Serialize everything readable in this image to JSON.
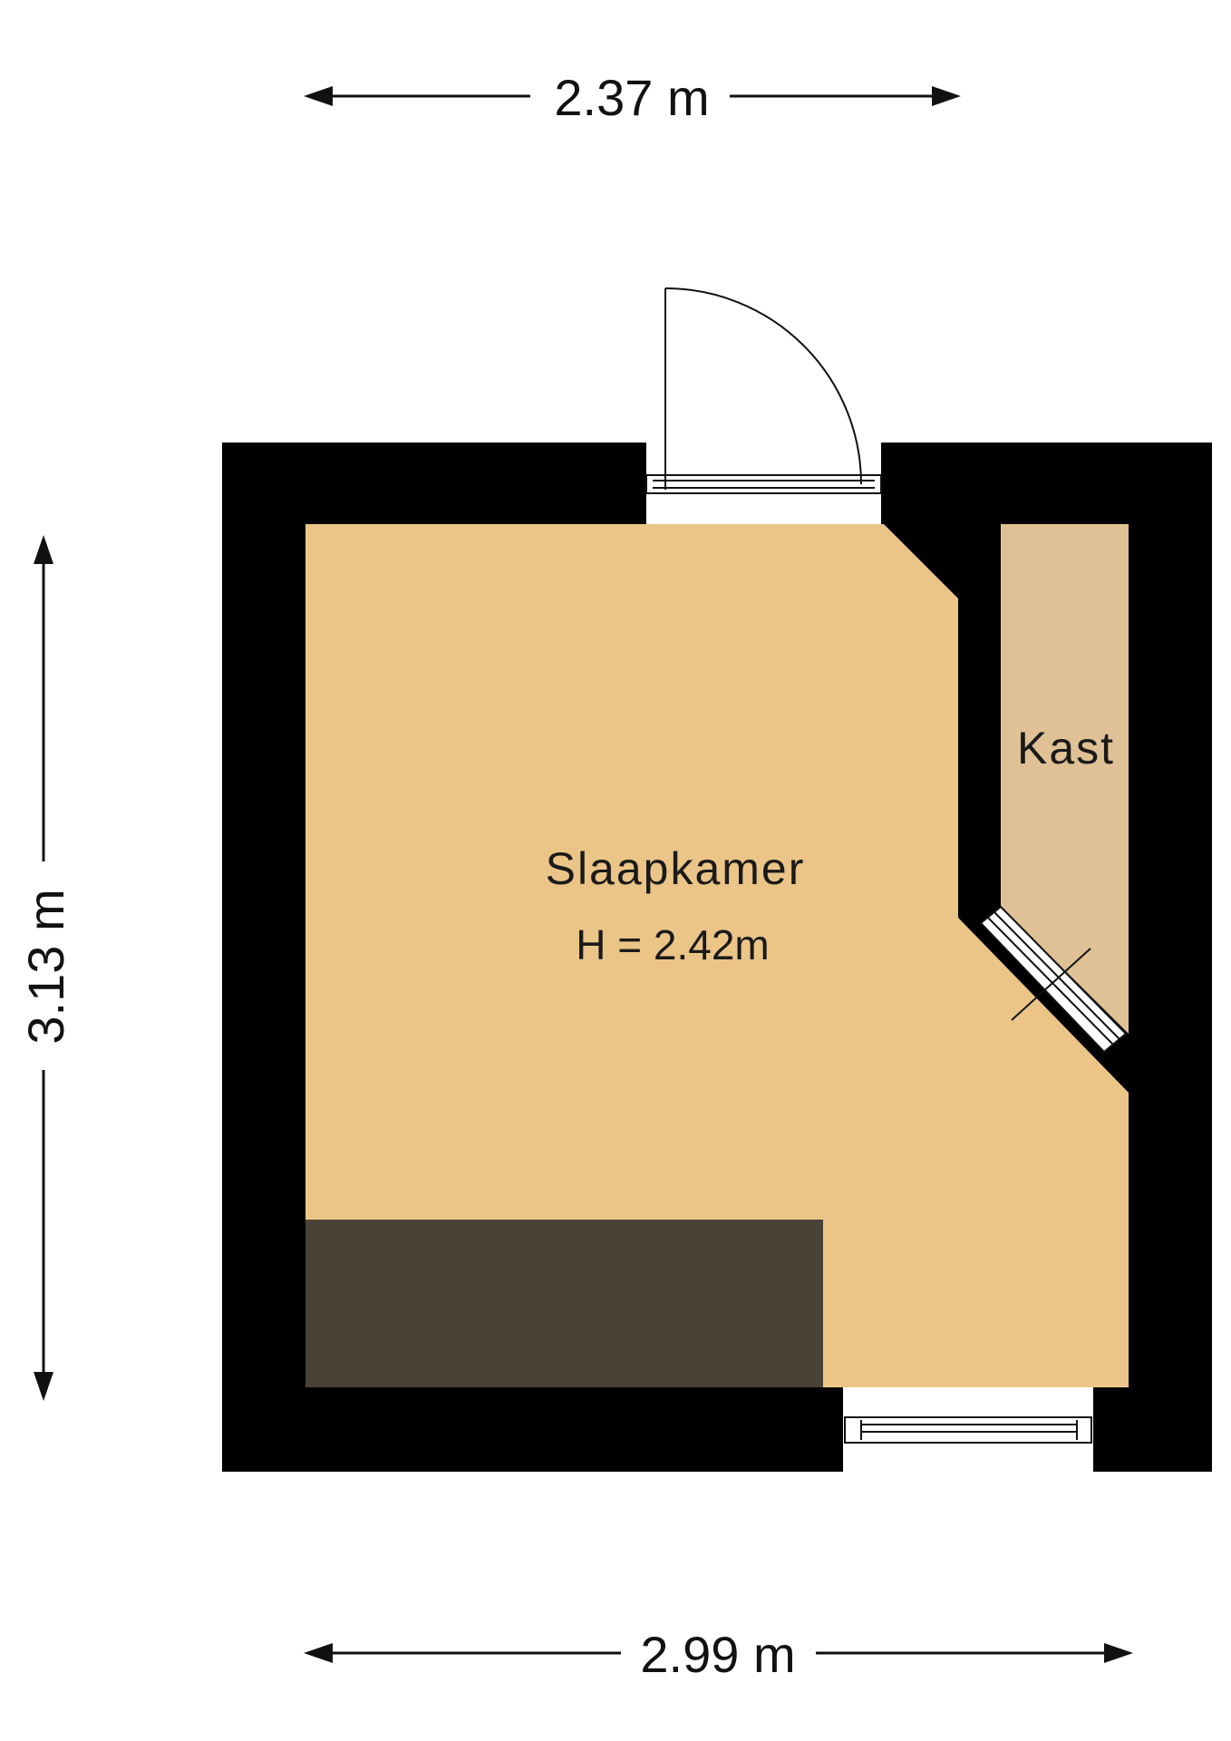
{
  "dimensions": {
    "top_width": "2.37 m",
    "bottom_width": "2.99 m",
    "left_height": "3.13 m"
  },
  "rooms": {
    "main": {
      "name": "Slaapkamer",
      "height": "H = 2.42m"
    },
    "closet": {
      "name": "Kast"
    }
  },
  "colors": {
    "wall": "#000000",
    "floor_main": "#ebc588",
    "floor_closet": "#dfc195",
    "bed": "#4a4236",
    "background": "#ffffff"
  }
}
